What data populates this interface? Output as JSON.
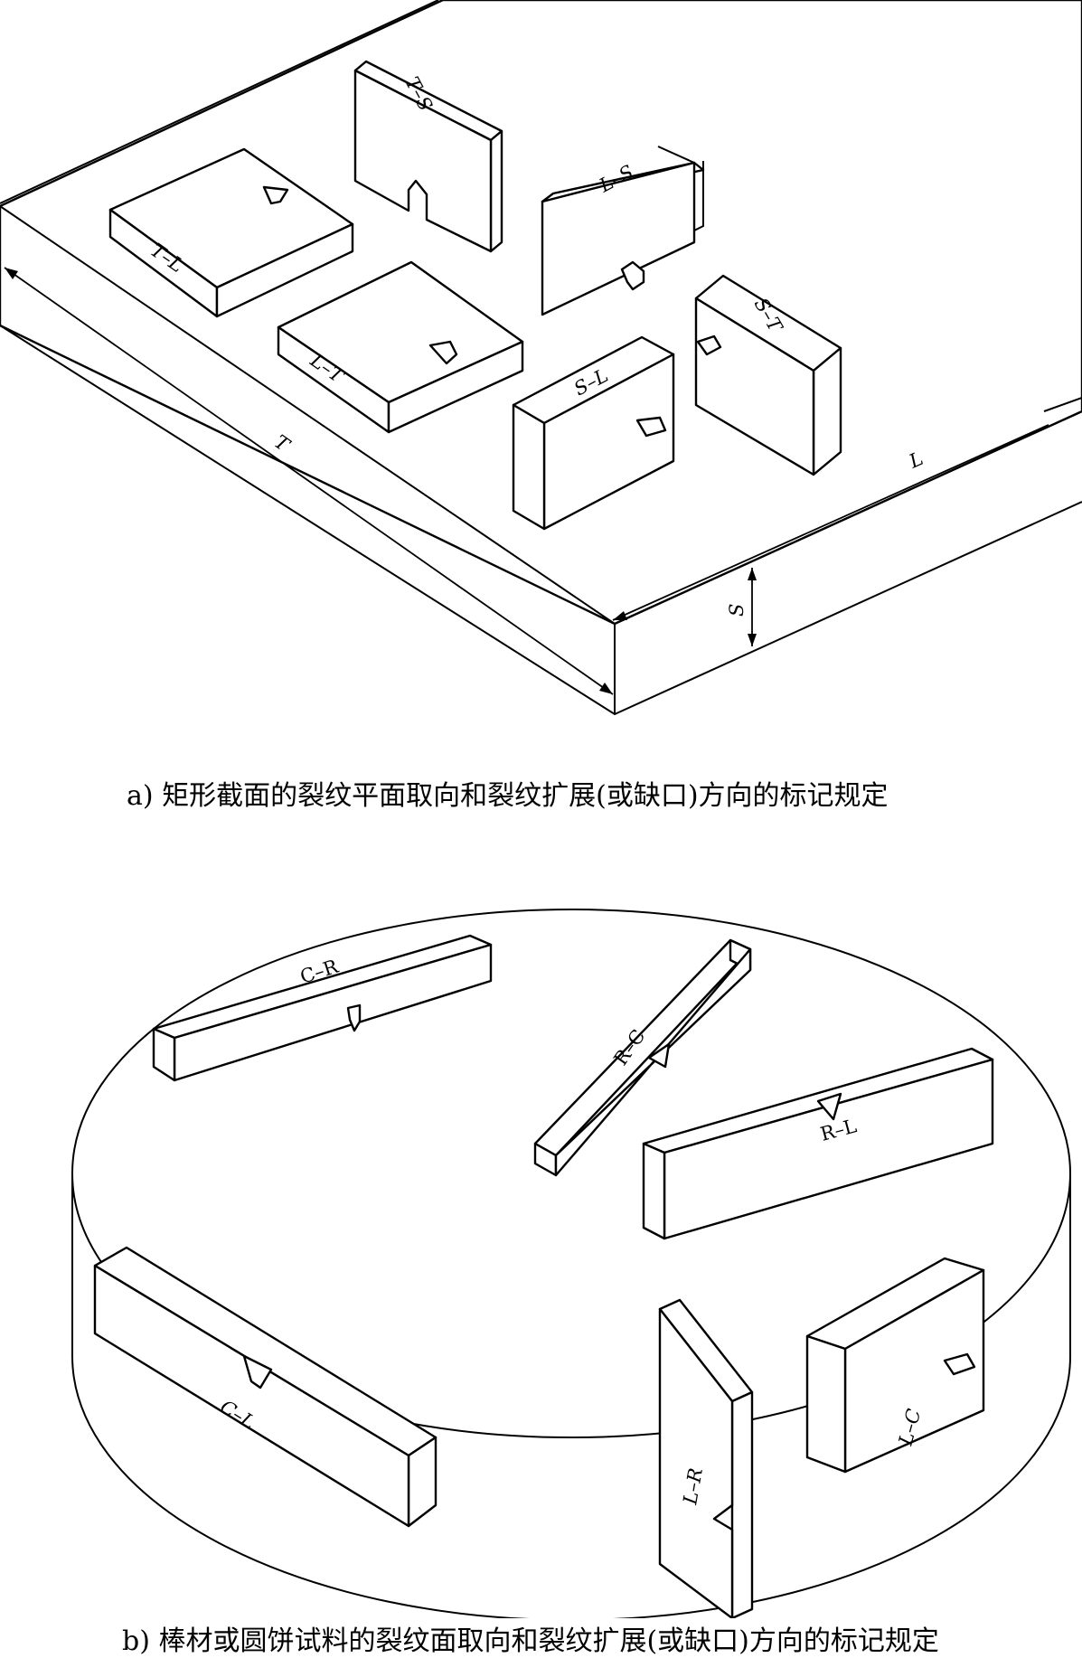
{
  "panel_a": {
    "caption": "a) 矩形截面的裂纹平面取向和裂纹扩展(或缺口)方向的标记规定",
    "labels": {
      "ts": "T–S",
      "ls": "L–S",
      "st": "S–T",
      "tl": "T–L",
      "lt": "L–T",
      "sl": "S–L",
      "axis_t": "T",
      "axis_l": "L",
      "axis_s": "S"
    }
  },
  "panel_b": {
    "caption": "b) 棒材或圆饼试料的裂纹面取向和裂纹扩展(或缺口)方向的标记规定",
    "labels": {
      "cr": "C–R",
      "rc": "R–C",
      "rl": "R–L",
      "cl": "C–L",
      "lr": "L–R",
      "lc": "L–C"
    }
  }
}
